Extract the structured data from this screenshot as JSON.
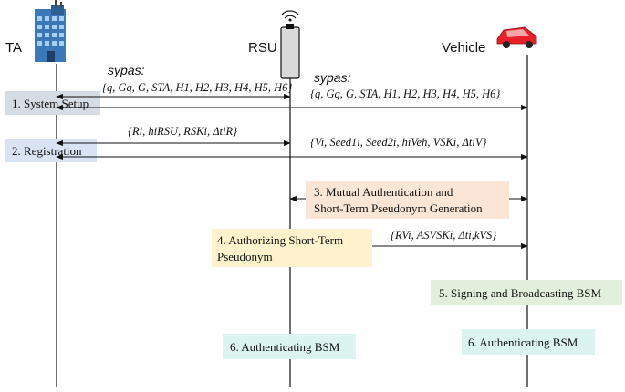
{
  "entities": {
    "ta": "TA",
    "rsu": "RSU",
    "vehicle": "Vehicle"
  },
  "steps": {
    "s1": "1. System Setup",
    "s2": "2. Registration",
    "s3_line1": "3. Mutual Authentication and",
    "s3_line2": "Short-Term Pseudonym Generation",
    "s4_line1": "4. Authorizing Short-Term",
    "s4_line2": "Pseudonym",
    "s5": "5. Signing and Broadcasting BSM",
    "s6_rsu": "6. Authenticating BSM",
    "s6_vehicle": "6. Authenticating BSM"
  },
  "messages": {
    "sypas_left_label": "sypas:",
    "sypas_left_params": "{q, Gq, G, STA, H1, H2, H3, H4, H5, H6}",
    "sypas_right_label": "sypas:",
    "sypas_right_params": "{q, Gq, G, STA, H1, H2, H3, H4, H5, H6}",
    "reg_rsu": "{Ri, hiRSU, RSKi, ΔtiR}",
    "reg_vehicle": "{Vi, Seed1i, Seed2i, hiVeh, VSKi, ΔtiV}",
    "auth": "{RVi, ASVSKi, Δti,kVS}"
  },
  "colors": {
    "step1": "#d6dce4",
    "step2": "#dae3f3",
    "step3": "#fbe5d6",
    "step4": "#fff2cc",
    "step5": "#e2efda",
    "step6": "#dbf3f1",
    "vehicle_red": "#e8202a",
    "building_blue": "#3a78b8"
  },
  "icons": [
    "building-icon",
    "antenna-icon",
    "car-icon"
  ]
}
